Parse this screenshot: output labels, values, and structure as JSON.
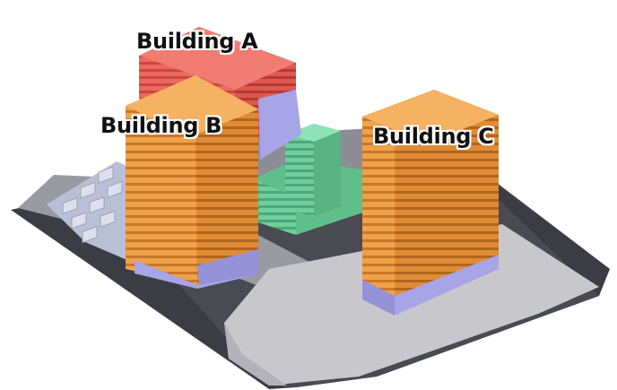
{
  "labels": {
    "building_a": "Building A",
    "building_b": "Building B",
    "building_c": "Building C"
  },
  "colors": {
    "orange": "#f0a24a",
    "red": "#ee6860",
    "green": "#6fcf9b",
    "purple": "#a7a4e8",
    "ground_dark": "#3c3c44",
    "plaza": "#c8c8cc",
    "parking": "#b9bfd6"
  }
}
